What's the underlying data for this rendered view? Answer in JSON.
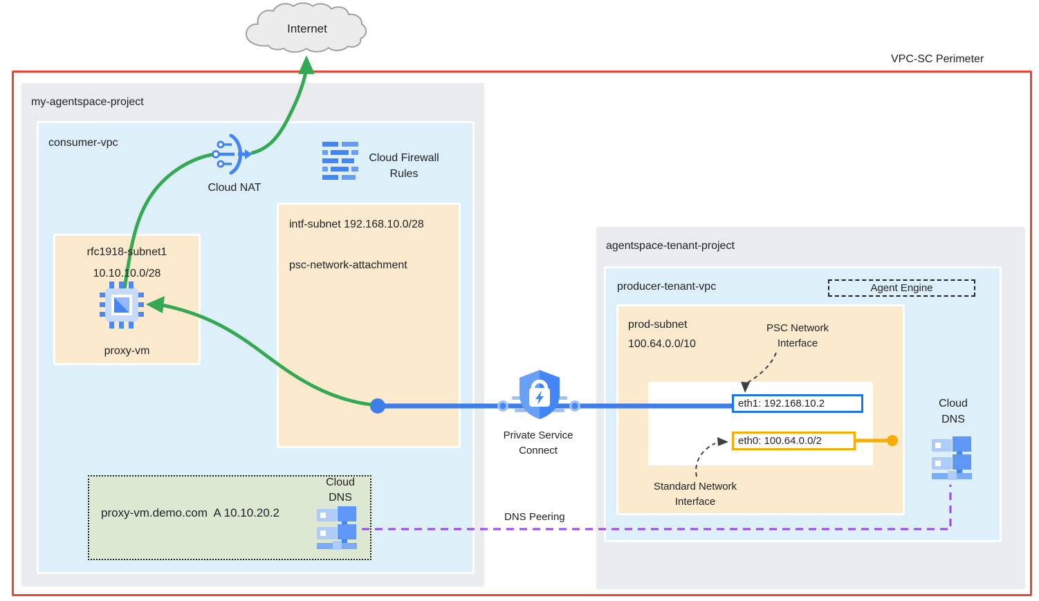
{
  "perimeter": {
    "label": "VPC-SC Perimeter"
  },
  "internet": {
    "label": "Internet"
  },
  "left_project": {
    "name": "my-agentspace-project",
    "vpc_name": "consumer-vpc",
    "cloud_nat_label": "Cloud NAT",
    "firewall_line1": "Cloud Firewall",
    "firewall_line2": "Rules",
    "intf_subnet_title": "intf-subnet 192.168.10.0/28",
    "psc_attachment": "psc-network-attachment",
    "rfc_subnet_name": "rfc1918-subnet1",
    "rfc_subnet_cidr": "10.10.10.0/28",
    "proxy_vm_label": "proxy-vm",
    "dns_record": "proxy-vm.demo.com  A 10.10.20.2",
    "dns_line1": "Cloud",
    "dns_line2": "DNS"
  },
  "psc": {
    "line1": "Private Service",
    "line2": "Connect"
  },
  "dns_peering_label": "DNS Peering",
  "right_project": {
    "name": "agentspace-tenant-project",
    "vpc_name": "producer-tenant-vpc",
    "agent_engine_label": "Agent Engine",
    "prod_subnet_name": "prod-subnet",
    "prod_subnet_cidr": "100.64.0.0/10",
    "eth1_label": "eth1: 192.168.10.2",
    "eth0_label": "eth0: 100.64.0.0/2",
    "psc_iface_line1": "PSC Network",
    "psc_iface_line2": "Interface",
    "std_iface_line1": "Standard Network",
    "std_iface_line2": "Interface",
    "dns_line1": "Cloud",
    "dns_line2": "DNS"
  },
  "colors": {
    "perimeter_red": "#EF4335",
    "project_gray": "#E9EBEE",
    "vpc_blue": "#DDEFF9",
    "subnet_peach": "#FCEACF",
    "dns_zone_green": "#DCE8D2",
    "flow_green": "#34A853",
    "link_blue": "#3E7EE8",
    "eth1_border_blue": "#1A73E8",
    "accent_yellow": "#F9AB00",
    "peering_purple": "#A142F4"
  },
  "icons": [
    "internet-cloud-icon",
    "cloud-nat-icon",
    "cloud-firewall-icon",
    "compute-vm-chip-icon",
    "cloud-dns-icon",
    "private-service-connect-shield-icon"
  ]
}
